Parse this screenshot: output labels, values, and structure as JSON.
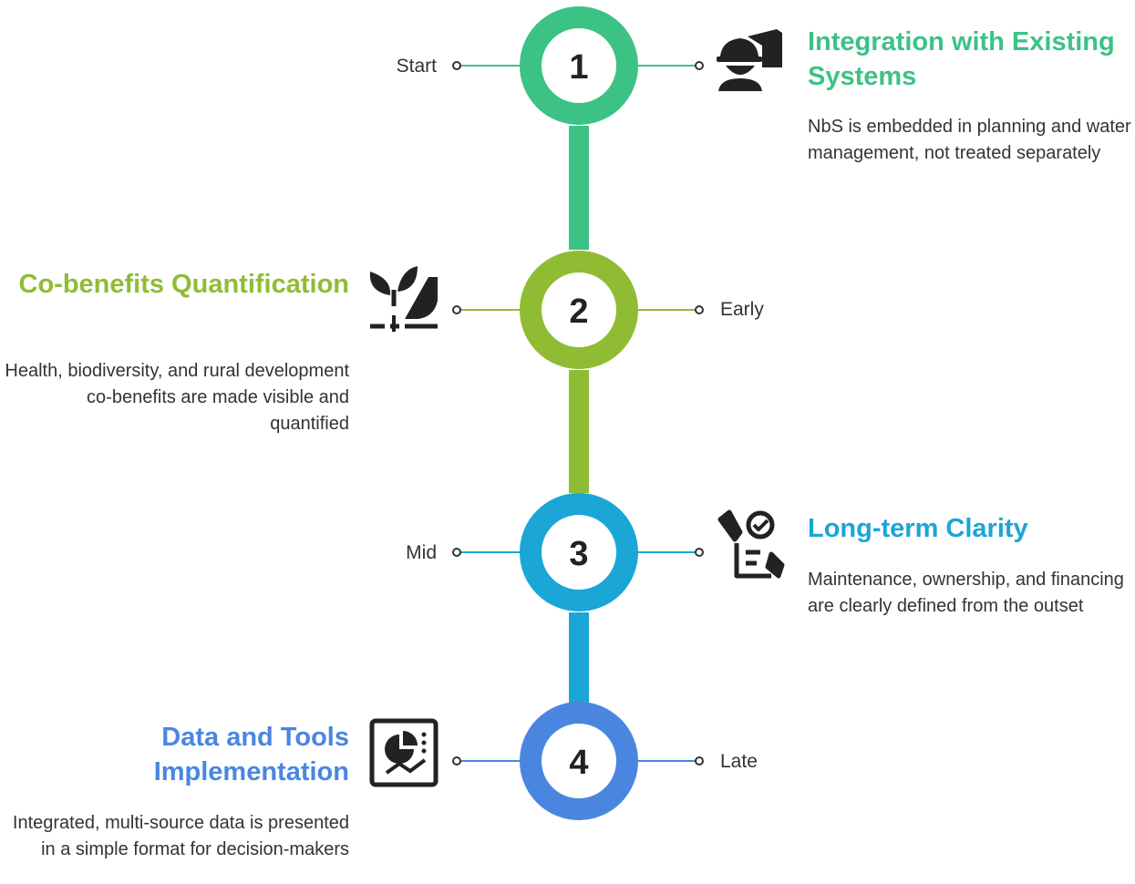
{
  "colors": {
    "step1": "#3CC285",
    "step2": "#8FBC33",
    "step3": "#1AA6D6",
    "step4": "#4A86E0",
    "icon": "#222222"
  },
  "steps": [
    {
      "number": "1",
      "phase": "Start",
      "title": "Integration with Existing Systems",
      "description": "NbS is embedded in planning and water management, not treated separately",
      "icon": "worker-hardhat-icon"
    },
    {
      "number": "2",
      "phase": "Early",
      "title": "Co-benefits Quantification",
      "description": "Health, biodiversity, and rural development co-benefits are made visible and quantified",
      "icon": "sprout-growth-icon"
    },
    {
      "number": "3",
      "phase": "Mid",
      "title": "Long-term Clarity",
      "description": "Maintenance, ownership, and financing are clearly defined from the outset",
      "icon": "checklist-hand-icon"
    },
    {
      "number": "4",
      "phase": "Late",
      "title": "Data and Tools Implementation",
      "description": "Integrated, multi-source data is presented in a simple format for decision-makers",
      "icon": "dashboard-chart-icon"
    }
  ]
}
